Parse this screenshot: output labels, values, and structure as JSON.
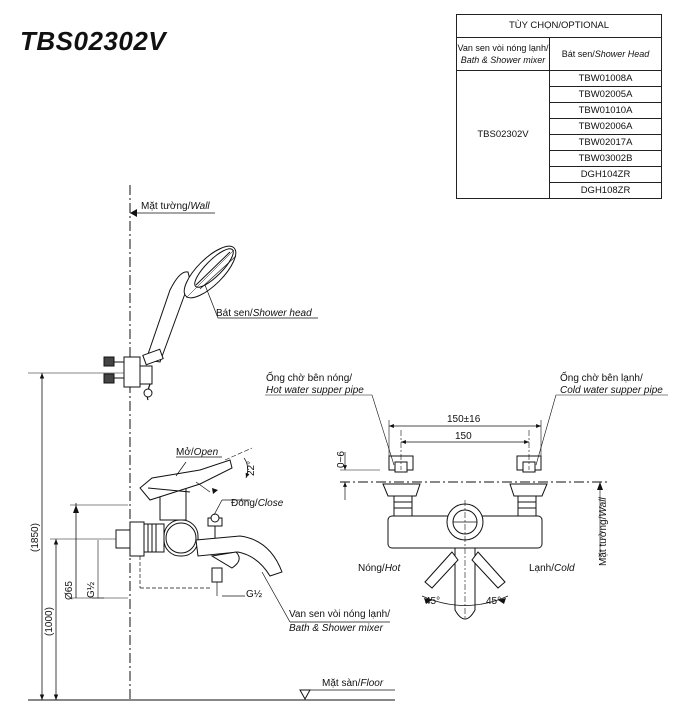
{
  "title": "TBS02302V",
  "options_table": {
    "header": "TÙY CHỌN/OPTIONAL",
    "col1_label": "Van sen vòi nóng lạnh/",
    "col1_label_en": "Bath & Shower mixer",
    "col2_label": "Bát sen/",
    "col2_label_en": "Shower Head",
    "mixer_model": "TBS02302V",
    "shower_heads": [
      "TBW01008A",
      "TBW02005A",
      "TBW01010A",
      "TBW02006A",
      "TBW02017A",
      "TBW03002B",
      "DGH104ZR",
      "DGH108ZR"
    ]
  },
  "side_view": {
    "wall_label": "Mặt tường/",
    "wall_label_en": "Wall",
    "shower_head_label": "Bát sen/",
    "shower_head_label_en": "Shower head",
    "open_label": "Mở/",
    "open_label_en": "Open",
    "close_label": "Đóng/",
    "close_label_en": "Close",
    "angle_label": "22°",
    "mixer_label": "Van sen vòi nóng lạnh/",
    "mixer_label_en": "Bath & Shower mixer",
    "floor_label": "Mặt sàn/",
    "floor_label_en": "Floor",
    "dim_total": "(1850)",
    "dim_height": "(1000)",
    "dim_dia": "Ø65",
    "thread_1": "G½",
    "thread_2": "G½"
  },
  "front_view": {
    "hot_pipe_label": "Ống chờ bên nóng/",
    "hot_pipe_label_en": "Hot water supper pipe",
    "cold_pipe_label": "Ống chờ bên lạnh/",
    "cold_pipe_label_en": "Cold water supper pipe",
    "dim_150_tol": "150±16",
    "dim_150": "150",
    "dim_0_6": "0~6",
    "wall_label": "Mặt tường/",
    "wall_label_en": "Wall",
    "hot_label": "Nóng/",
    "hot_label_en": "Hot",
    "cold_label": "Lạnh/",
    "cold_label_en": "Cold",
    "angle_left": "45°",
    "angle_right": "45°"
  }
}
